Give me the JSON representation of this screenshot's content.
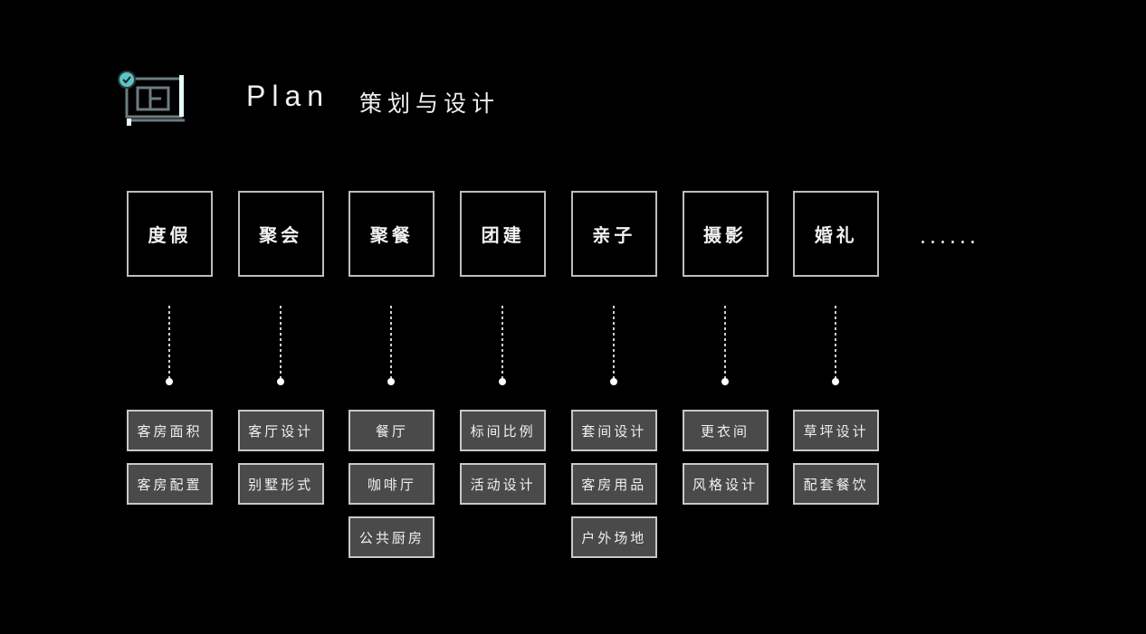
{
  "header": {
    "icon": "blueprint-plan-icon",
    "title_en": "Plan",
    "title_cn": "策划与设计",
    "accent_color": "#5ec4c4"
  },
  "categories": [
    {
      "label": "度假",
      "items": [
        "客房面积",
        "客房配置"
      ]
    },
    {
      "label": "聚会",
      "items": [
        "客厅设计",
        "别墅形式"
      ]
    },
    {
      "label": "聚餐",
      "items": [
        "餐厅",
        "咖啡厅",
        "公共厨房"
      ]
    },
    {
      "label": "团建",
      "items": [
        "标间比例",
        "活动设计"
      ]
    },
    {
      "label": "亲子",
      "items": [
        "套间设计",
        "客房用品",
        "户外场地"
      ]
    },
    {
      "label": "摄影",
      "items": [
        "更衣间",
        "风格设计"
      ]
    },
    {
      "label": "婚礼",
      "items": [
        "草坪设计",
        "配套餐饮"
      ]
    }
  ],
  "more_label": "......"
}
